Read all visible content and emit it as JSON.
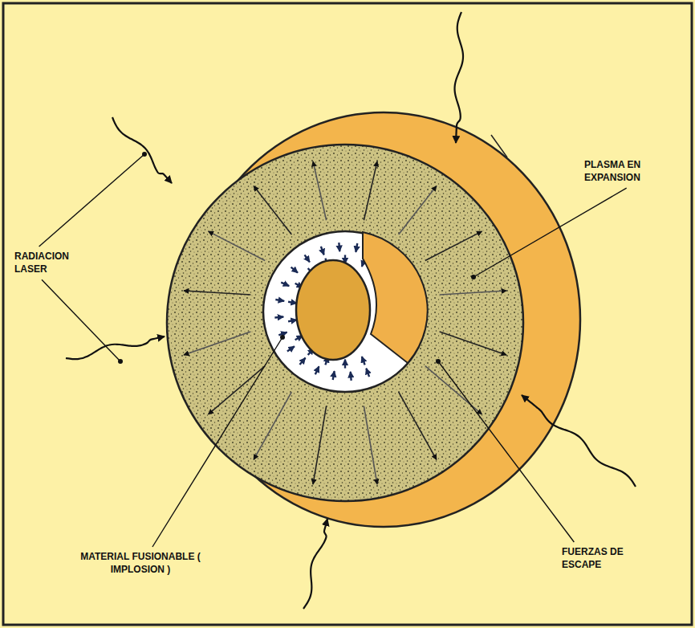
{
  "diagram": {
    "labels": [
      "RADIACION LASER",
      "PLASMA EN EXPANSION",
      "MATERIAL FUSIONABLE ( IMPLOSION )",
      "FUERZAS DE ESCAPE"
    ]
  }
}
